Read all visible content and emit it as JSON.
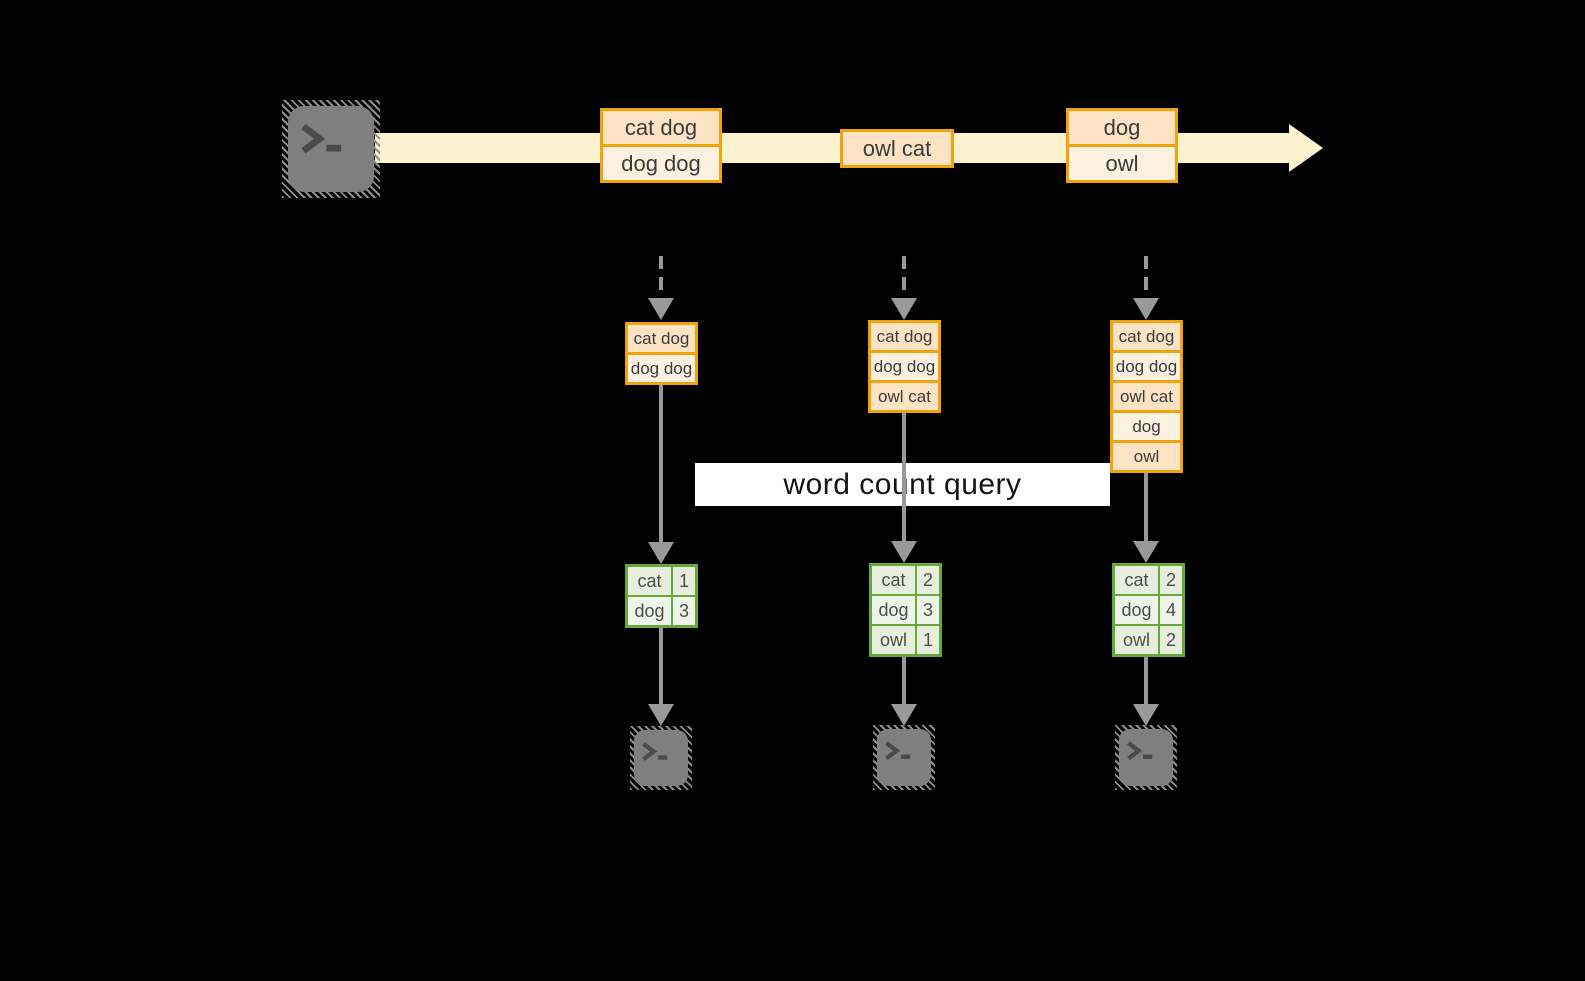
{
  "labels": {
    "query": "word count query"
  },
  "stream_events": [
    {
      "rows": [
        "cat dog",
        "dog dog"
      ]
    },
    {
      "rows": [
        "owl cat"
      ]
    },
    {
      "rows": [
        "dog",
        "owl"
      ]
    }
  ],
  "state_boxes": [
    {
      "rows": [
        "cat dog",
        "dog dog"
      ]
    },
    {
      "rows": [
        "cat dog",
        "dog dog",
        "owl cat"
      ]
    },
    {
      "rows": [
        "cat dog",
        "dog dog",
        "owl cat",
        "dog",
        "owl"
      ]
    }
  ],
  "count_tables": [
    {
      "rows": [
        {
          "word": "cat",
          "count": "1"
        },
        {
          "word": "dog",
          "count": "3"
        }
      ]
    },
    {
      "rows": [
        {
          "word": "cat",
          "count": "2"
        },
        {
          "word": "dog",
          "count": "3"
        },
        {
          "word": "owl",
          "count": "1"
        }
      ]
    },
    {
      "rows": [
        {
          "word": "cat",
          "count": "2"
        },
        {
          "word": "dog",
          "count": "4"
        },
        {
          "word": "owl",
          "count": "2"
        }
      ]
    }
  ],
  "icons": {
    "source": "terminal-prompt",
    "consumers": [
      "terminal-prompt",
      "terminal-prompt",
      "terminal-prompt"
    ]
  },
  "colors": {
    "background": "#000000",
    "amber_border": "#F0A30A",
    "peach_fill": "#FBE3C3",
    "cream_fill": "#FCF1E1",
    "stream_band": "#FCF2CE",
    "green_border": "#67A838",
    "green_fill_a": "#E7EEDD",
    "green_fill_b": "#EFF4EA",
    "connector_gray": "#999999",
    "terminal_gray": "#7F7F7F",
    "query_band": "#FFFFFF"
  }
}
